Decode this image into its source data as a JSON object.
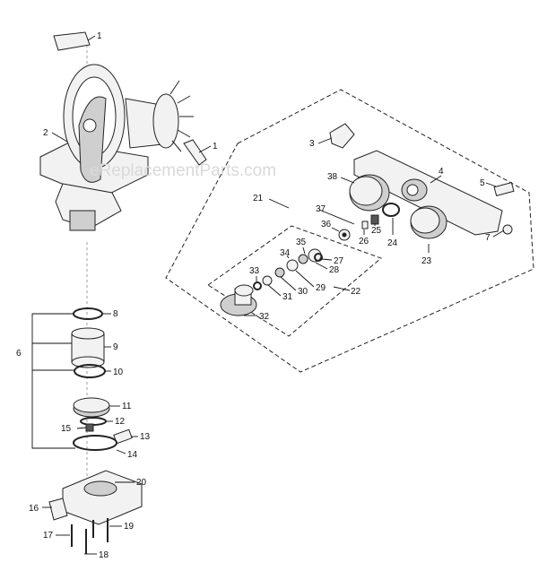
{
  "watermark": "eReplacementParts.com",
  "callouts": {
    "c1a": "1",
    "c1b": "1",
    "c2": "2",
    "c3": "3",
    "c4": "4",
    "c5": "5",
    "c6": "6",
    "c7": "7",
    "c8": "8",
    "c9": "9",
    "c10": "10",
    "c11": "11",
    "c12": "12",
    "c13": "13",
    "c14": "14",
    "c15": "15",
    "c16": "16",
    "c17": "17",
    "c18": "18",
    "c19": "19",
    "c20": "20",
    "c21": "21",
    "c22": "22",
    "c23": "23",
    "c24": "24",
    "c25": "25",
    "c26": "26",
    "c27": "27",
    "c28": "28",
    "c29": "29",
    "c30": "30",
    "c31": "31",
    "c32": "32",
    "c33": "33",
    "c34": "34",
    "c35": "35",
    "c36": "36",
    "c37": "37",
    "c38": "38"
  }
}
